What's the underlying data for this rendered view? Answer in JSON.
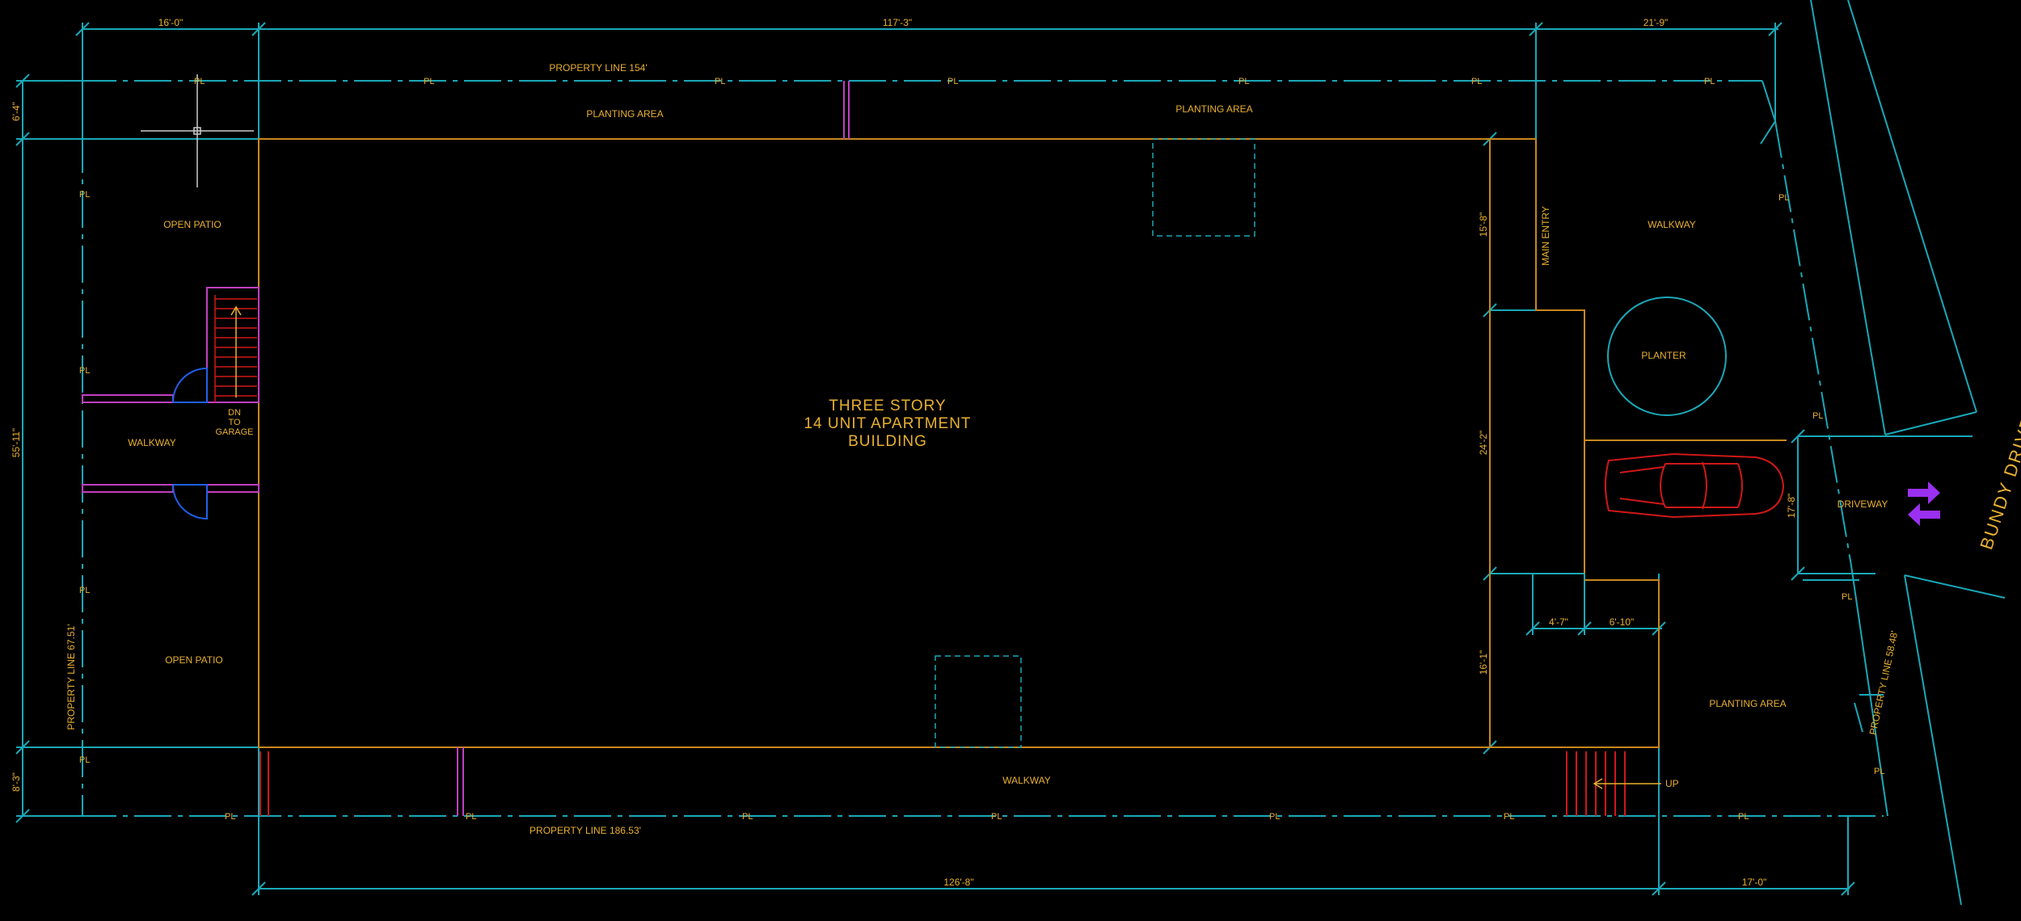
{
  "colors": {
    "background": "#000000",
    "cyan": "#1aa8b8",
    "orange": "#c8871e",
    "text": "#e8b030",
    "magenta": "#c040c0",
    "red": "#d01818",
    "blue": "#2060e8",
    "arrow": "#9a30f0"
  },
  "icons": [
    "crosshair-cursor-icon",
    "car-icon",
    "traffic-arrows-icon",
    "stair-up-arrow-icon"
  ],
  "building": {
    "line1": "THREE STORY",
    "line2": "14 UNIT APARTMENT",
    "line3": "BUILDING"
  },
  "areas": {
    "planting_left": "PLANTING AREA",
    "planting_right": "PLANTING AREA",
    "planting_se": "PLANTING AREA",
    "open_patio_top": "OPEN PATIO",
    "open_patio_bottom": "OPEN PATIO",
    "walkway_west": "WALKWAY",
    "walkway_south": "WALKWAY",
    "walkway_east": "WALKWAY",
    "planter": "PLANTER",
    "driveway": "DRIVEWAY",
    "main_entry": "MAIN ENTRY",
    "street": "BUNDY DRIVE"
  },
  "garage_stair": {
    "l1": "DN",
    "l2": "TO",
    "l3": "GARAGE"
  },
  "up_label": "UP",
  "pl_marker": "PL",
  "property_lines": {
    "north": "PROPERTY LINE 154'",
    "south": "PROPERTY LINE 186.53'",
    "west": "PROPERTY LINE 67.51'",
    "east": "PROPERTY LINE 58.48'"
  },
  "dimensions": {
    "top_left": "16'-0\"",
    "top_mid": "117'-3\"",
    "top_right": "21'-9\"",
    "left_top": "6'-4\"",
    "left_mid": "55'-11\"",
    "left_bot": "8'-3\"",
    "right_a": "15'-8\"",
    "right_b": "24'-2\"",
    "right_c": "16'-1\"",
    "driveway_w": "17'-8\"",
    "entry_a": "4'-7\"",
    "entry_b": "6'-10\"",
    "bottom_mid": "126'-8\"",
    "bottom_right": "17'-0\""
  }
}
